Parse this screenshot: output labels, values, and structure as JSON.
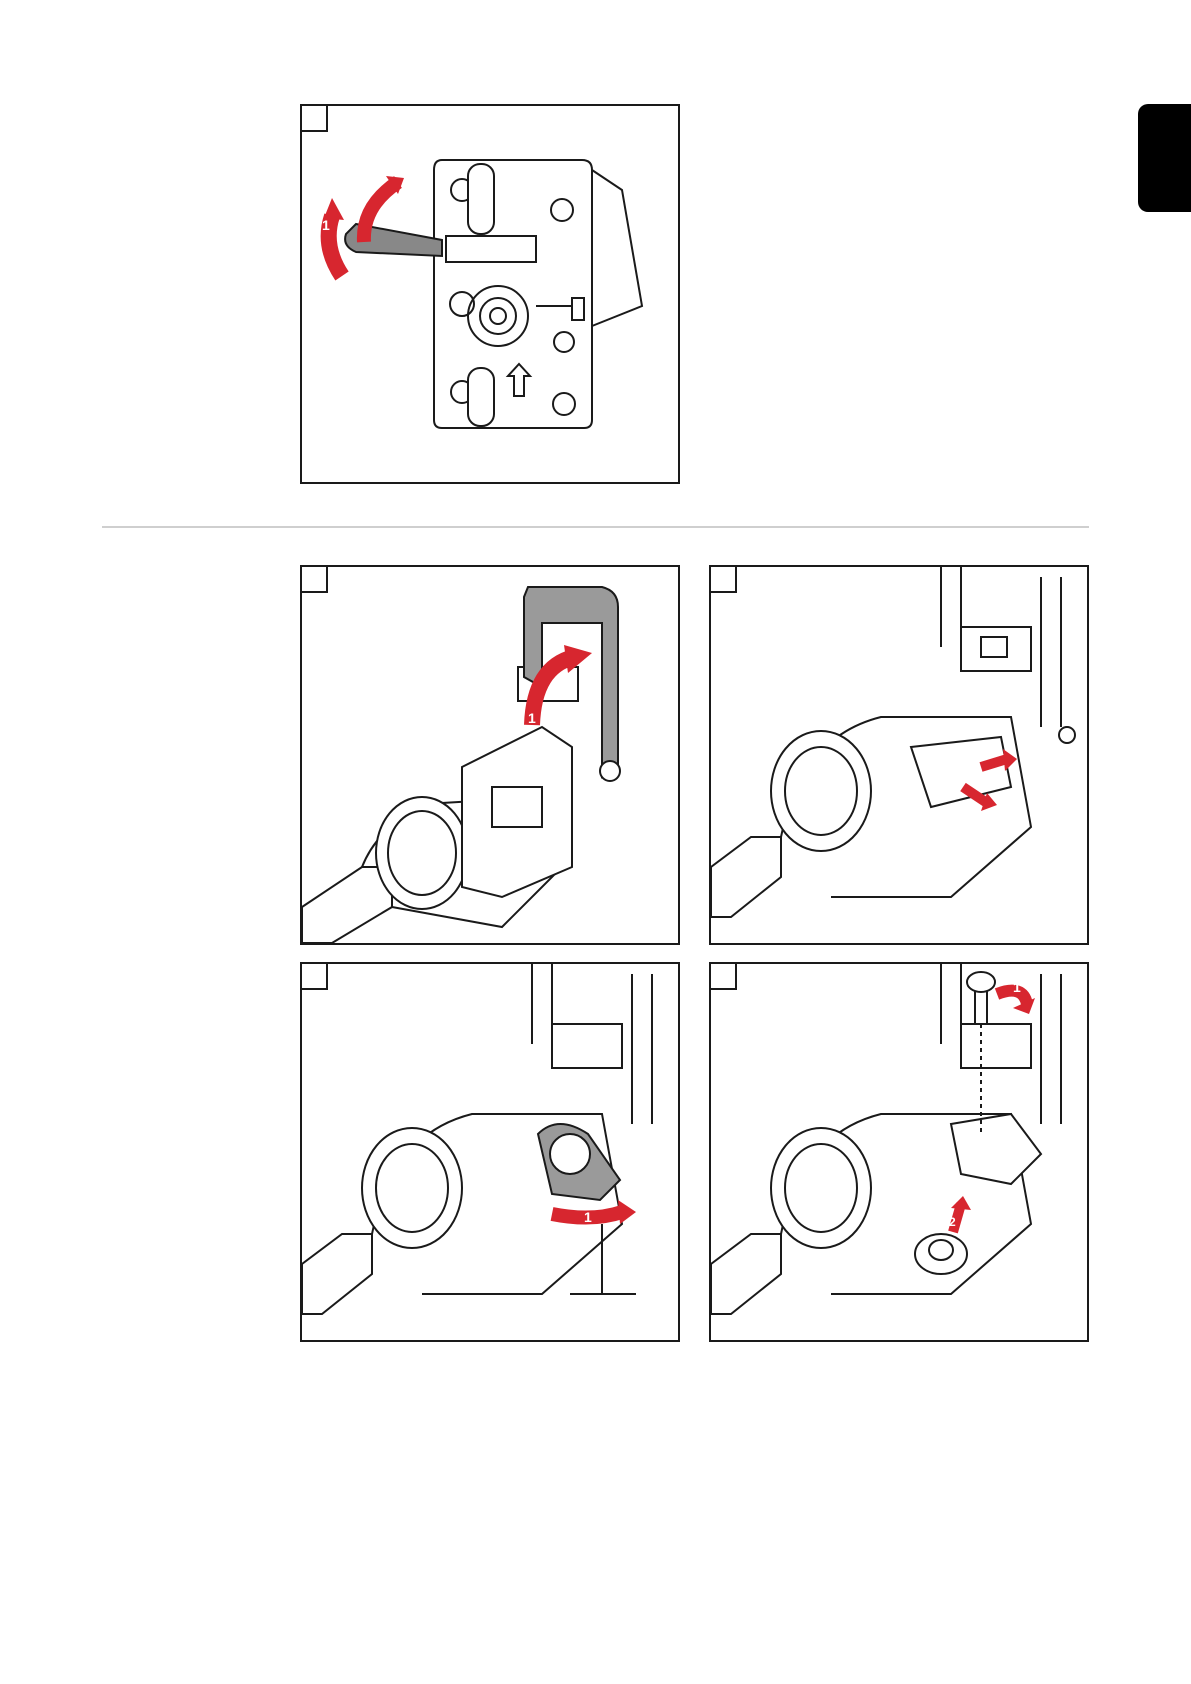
{
  "page": {
    "tab_color": "#000000",
    "accent": "#d7262f"
  },
  "panels": [
    {
      "id": "top-plate",
      "callouts": [
        "1"
      ]
    },
    {
      "id": "cover-open",
      "callouts": [
        "1"
      ]
    },
    {
      "id": "lever-release",
      "callouts": []
    },
    {
      "id": "rotate-holder",
      "callouts": [
        "1"
      ]
    },
    {
      "id": "remove-roll",
      "callouts": [
        "1",
        "2"
      ]
    }
  ]
}
